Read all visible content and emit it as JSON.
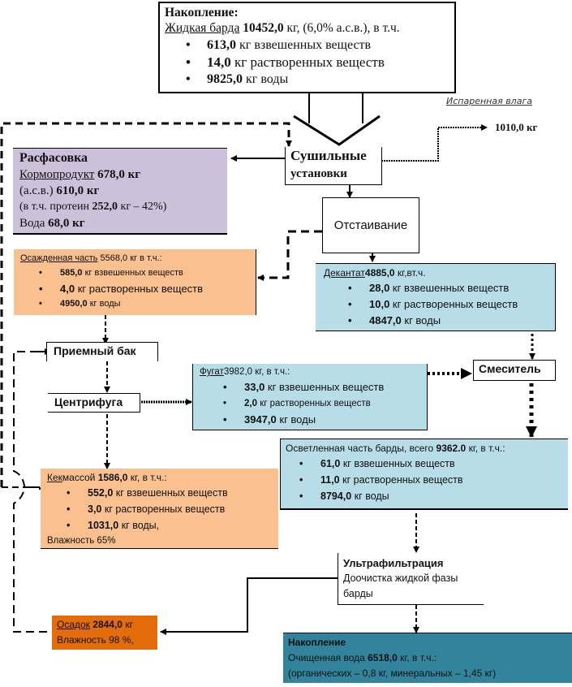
{
  "accumulation_top": {
    "title": "Накопление:",
    "subject": "Жидкая барда",
    "total": "10452,0",
    "total_rest": " кг, (6,0% а.с.в.), в т.ч.",
    "items": [
      {
        "value": "613,0",
        "text": " кг взвешенных веществ"
      },
      {
        "value": "14,0",
        "text": " кг растворенных веществ"
      },
      {
        "value": "9825,0",
        "text": " кг воды"
      }
    ]
  },
  "evaporated": {
    "label": "Испаренная влага",
    "value": "1010,0 кг"
  },
  "dryers": {
    "line1": "Сушильные",
    "line2": "установки"
  },
  "packaging": {
    "title": "Расфасовка",
    "product_label": "Кормопродукт",
    "product_value": " 678,0 кг",
    "dry_label": "(а.с.в.) ",
    "dry_value": "610,0 кг",
    "protein_prefix": "(в т.ч. протеин ",
    "protein_value": "252,0",
    "protein_suffix": " кг – 42%)",
    "water_label": "Вода ",
    "water_value": "68,0 кг"
  },
  "settling": {
    "label": "Отстаивание"
  },
  "sediment_part": {
    "label": "Осажденная часть",
    "total": " 5568,0",
    "total_rest": " кг в т.ч.:",
    "items": [
      {
        "value": "585,0",
        "text": " кг взвешенных веществ"
      },
      {
        "value": "4,0",
        "text": " кг растворенных веществ"
      },
      {
        "value": "4950,0",
        "text": " кг воды"
      }
    ]
  },
  "decantate": {
    "label": "Декантат",
    "total": "4885,0",
    "total_rest": " кг,вт.ч.",
    "items": [
      {
        "value": "28,0",
        "text": " кг взвешенных веществ"
      },
      {
        "value": "10,0",
        "text": " кг растворенных веществ"
      },
      {
        "value": "4847,0",
        "text": " кг воды"
      }
    ]
  },
  "receiving_tank": {
    "label": "Приемный бак"
  },
  "centrifuge": {
    "label": "Центрифуга"
  },
  "fugate": {
    "label": "Фугат",
    "total": "3982,0",
    "total_rest": " кг, в т.ч.:",
    "items": [
      {
        "value": "33,0",
        "text": " кг взвешенных веществ"
      },
      {
        "value": "2,0",
        "text": " кг растворенных веществ"
      },
      {
        "value": "3947,0",
        "text": " кг воды"
      }
    ]
  },
  "mixer": {
    "label": "Смеситель"
  },
  "clarified": {
    "label": "Осветленная часть барды, всего ",
    "total": "9362.0",
    "total_rest": " кг, в т.ч.:",
    "items": [
      {
        "value": "61,0",
        "text": " кг взвешенных веществ"
      },
      {
        "value": "11,0",
        "text": " кг растворенных веществ"
      },
      {
        "value": "8794,0",
        "text": " кг воды"
      }
    ]
  },
  "cake": {
    "label": "Кек",
    "label_rest": "массой ",
    "total": "1586,0",
    "total_rest": " кг, в т.ч.:",
    "items": [
      {
        "value": "552,0",
        "text": " кг взвешенных веществ"
      },
      {
        "value": "3,0",
        "text": " кг растворенных веществ"
      },
      {
        "value": "1031,0",
        "text": " кг воды,"
      }
    ],
    "moisture": "Влажность 65%"
  },
  "ultrafiltration": {
    "title": "Ультрафильтрация",
    "line1": "Доочистка жидкой фазы",
    "line2": "барды"
  },
  "residue": {
    "label": "Осадок",
    "value": " 2844,0",
    "unit": " кг",
    "moisture": "Влажность 98 %,"
  },
  "accumulation_bottom": {
    "title": "Накопление",
    "line1_prefix": "Очищенная вода ",
    "line1_value": "6518,0",
    "line1_suffix": " кг, в т.ч.:",
    "line2": "(органических – 0,8 кг, минеральных – 1,45 кг)"
  },
  "colors": {
    "lavender": "#CCC0DA",
    "peach": "#FAC090",
    "lightblue": "#B7DDE8",
    "orange": "#E46C0A",
    "teal": "#31849B"
  }
}
